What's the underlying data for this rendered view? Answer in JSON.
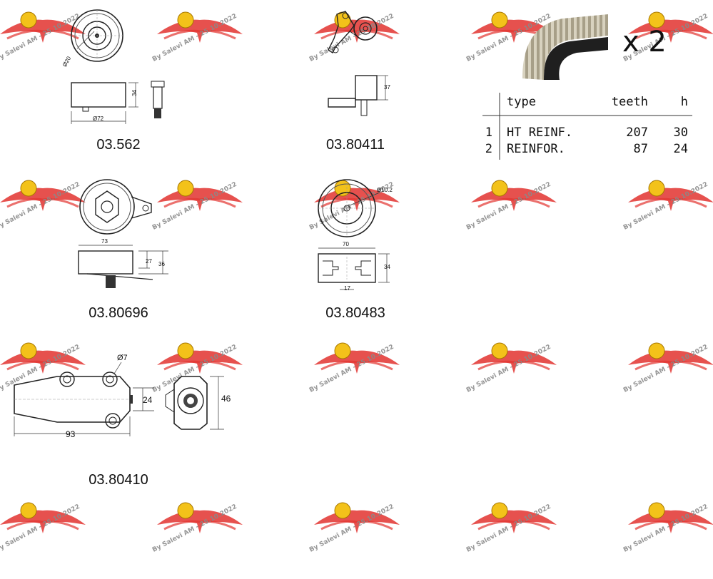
{
  "watermark": {
    "text": "By Salevi AM - 25.10.2022",
    "brand_color": "#e2332f",
    "badge_color": "#f3c21a"
  },
  "parts": [
    {
      "code": "03.562",
      "dims": {
        "d_small": "Ø20",
        "d_main": "Ø72",
        "height": "34"
      }
    },
    {
      "code": "03.80411",
      "dims": {
        "height": "37"
      }
    },
    {
      "code": "03.80696",
      "dims": {
        "width": "73",
        "h1": "27",
        "h2": "36"
      }
    },
    {
      "code": "03.80483",
      "dims": {
        "d_small": "Ø10.2",
        "width": "70",
        "height": "34",
        "gap": "17"
      }
    },
    {
      "code": "03.80410",
      "dims": {
        "d_hole": "Ø7",
        "height": "24",
        "length": "93",
        "h_side": "46"
      }
    }
  ],
  "belt": {
    "multiplier": "x 2",
    "table": {
      "headers": [
        "type",
        "teeth",
        "h"
      ],
      "rows": [
        {
          "index": "1",
          "type": "HT REINF.",
          "teeth": "207",
          "h": "30"
        },
        {
          "index": "2",
          "type": "REINFOR.",
          "teeth": "87",
          "h": "24"
        }
      ]
    }
  }
}
